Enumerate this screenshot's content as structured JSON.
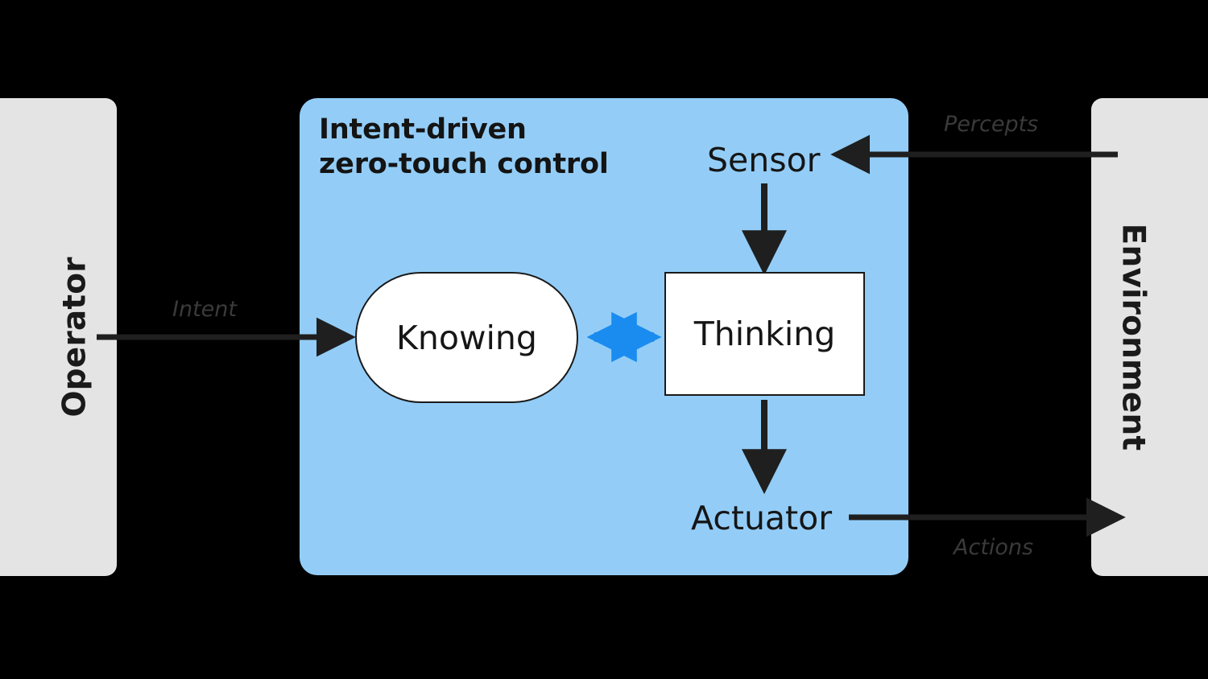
{
  "diagram": {
    "title": "Intent-driven zero-touch control",
    "background_color": "#000000",
    "panel_color": "#93cdf7",
    "side_panel_color": "#e4e4e4",
    "accent_arrow_color": "#1a8cf0",
    "arrow_color": "#1f1f1f"
  },
  "left_panel": {
    "label": "Operator"
  },
  "right_panel": {
    "label": "Environment"
  },
  "control_panel": {
    "title_line1": "Intent-driven",
    "title_line2": "zero-touch control",
    "title": "Intent-driven\nzero-touch control"
  },
  "nodes": {
    "knowing": {
      "label": "Knowing",
      "shape": "stadium"
    },
    "thinking": {
      "label": "Thinking",
      "shape": "rectangle"
    },
    "sensor": {
      "label": "Sensor",
      "shape": "text"
    },
    "actuator": {
      "label": "Actuator",
      "shape": "text"
    }
  },
  "edges": {
    "intent": {
      "label": "Intent",
      "from": "Operator",
      "to": "Knowing",
      "style": "solid-arrow"
    },
    "percepts": {
      "label": "Percepts",
      "from": "Environment",
      "to": "Sensor",
      "style": "solid-arrow"
    },
    "actions": {
      "label": "Actions",
      "from": "Actuator",
      "to": "Environment",
      "style": "solid-arrow"
    },
    "knowing_thinking": {
      "label": "",
      "from": "Knowing",
      "to": "Thinking",
      "style": "double-arrow-blue"
    },
    "sensor_thinking": {
      "label": "",
      "from": "Sensor",
      "to": "Thinking",
      "style": "solid-arrow"
    },
    "thinking_actuator": {
      "label": "",
      "from": "Thinking",
      "to": "Actuator",
      "style": "solid-arrow"
    }
  }
}
